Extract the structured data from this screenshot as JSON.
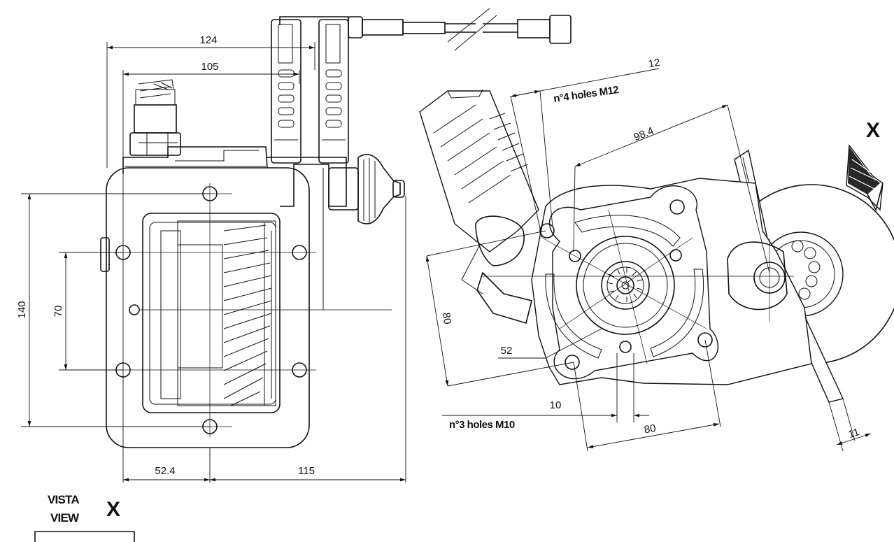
{
  "dimensions": {
    "front": {
      "width_total": "124",
      "width_inner": "105",
      "height_total": "140",
      "hole_pitch": "70",
      "offset_left": "52.4",
      "offset_right": "115"
    },
    "side": {
      "hole_dia": "12",
      "bolt_circle": "98.4",
      "flange_dist": "80",
      "pilot": "52",
      "hole_dia_small": "10",
      "width_bottom": "80",
      "thickness": "11"
    }
  },
  "notes": {
    "holes_m12": "n°4 holes M12",
    "holes_m10": "n°3 holes M10"
  },
  "view": {
    "marker": "X",
    "label_it": "VISTA",
    "label_en": "VIEW",
    "letter": "X"
  }
}
